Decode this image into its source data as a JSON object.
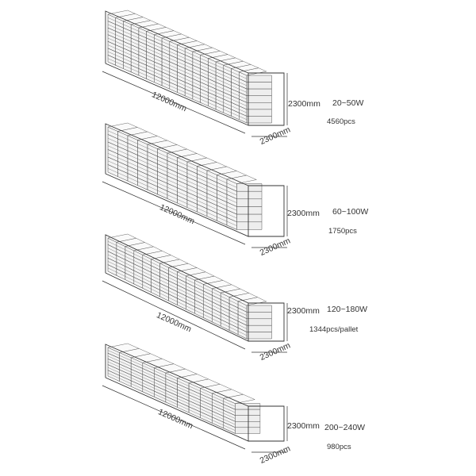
{
  "containers": [
    {
      "length_label": "12000mm",
      "height_label": "2300mm",
      "width_label": "2300mm",
      "wattage": "20~50W",
      "quantity": "4560pcs"
    },
    {
      "length_label": "12000mm",
      "height_label": "2300mm",
      "width_label": "2300mm",
      "wattage": "60~100W",
      "quantity": "1750pcs"
    },
    {
      "length_label": "12000mm",
      "height_label": "2300mm",
      "width_label": "2300mm",
      "wattage": "120~180W",
      "quantity": "1344pcs/pallet"
    },
    {
      "length_label": "12000mm",
      "height_label": "2300mm",
      "width_label": "2300mm",
      "wattage": "200~240W",
      "quantity": "980pcs"
    }
  ],
  "colors": {
    "line": "#333333",
    "box": "#555555",
    "box_fill": "#f4f4f4",
    "text": "#333333"
  }
}
